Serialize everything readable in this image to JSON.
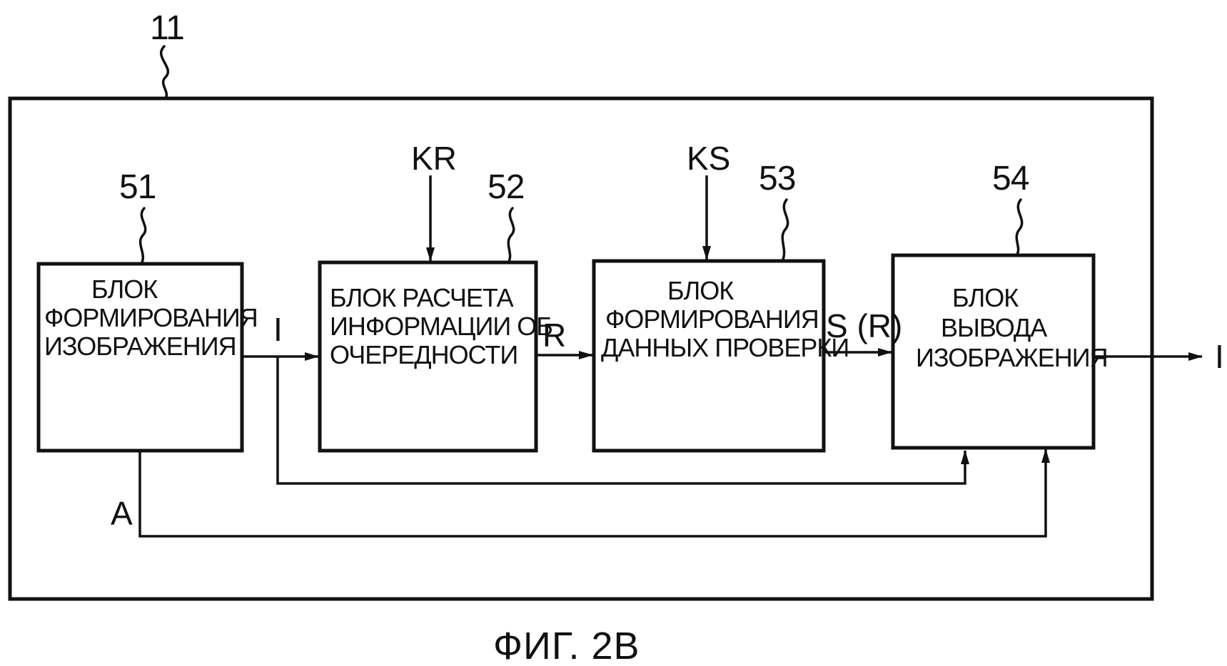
{
  "figure": {
    "caption": "ФИГ. 2В",
    "outer_ref": "11"
  },
  "blocks": [
    {
      "id": "51",
      "lines": [
        "БЛОК",
        "ФОРМИРОВАНИЯ",
        "ИЗОБРАЖЕНИЯ"
      ]
    },
    {
      "id": "52",
      "lines": [
        "БЛОК  РАСЧЕТА",
        "ИНФОРМАЦИИ ОБ",
        "ОЧЕРЕДНОСТИ"
      ]
    },
    {
      "id": "53",
      "lines": [
        "БЛОК",
        "ФОРМИРОВАНИЯ",
        "ДАННЫХ ПРОВЕРКИ"
      ]
    },
    {
      "id": "54",
      "lines": [
        "БЛОК",
        "ВЫВОДА",
        "ИЗОБРАЖЕНИЯ"
      ]
    }
  ],
  "signals": {
    "image_in": "I",
    "rank": "R",
    "check": "S (R)",
    "image_out": "I",
    "aux": "A",
    "key_r": "KR",
    "key_s": "KS"
  }
}
